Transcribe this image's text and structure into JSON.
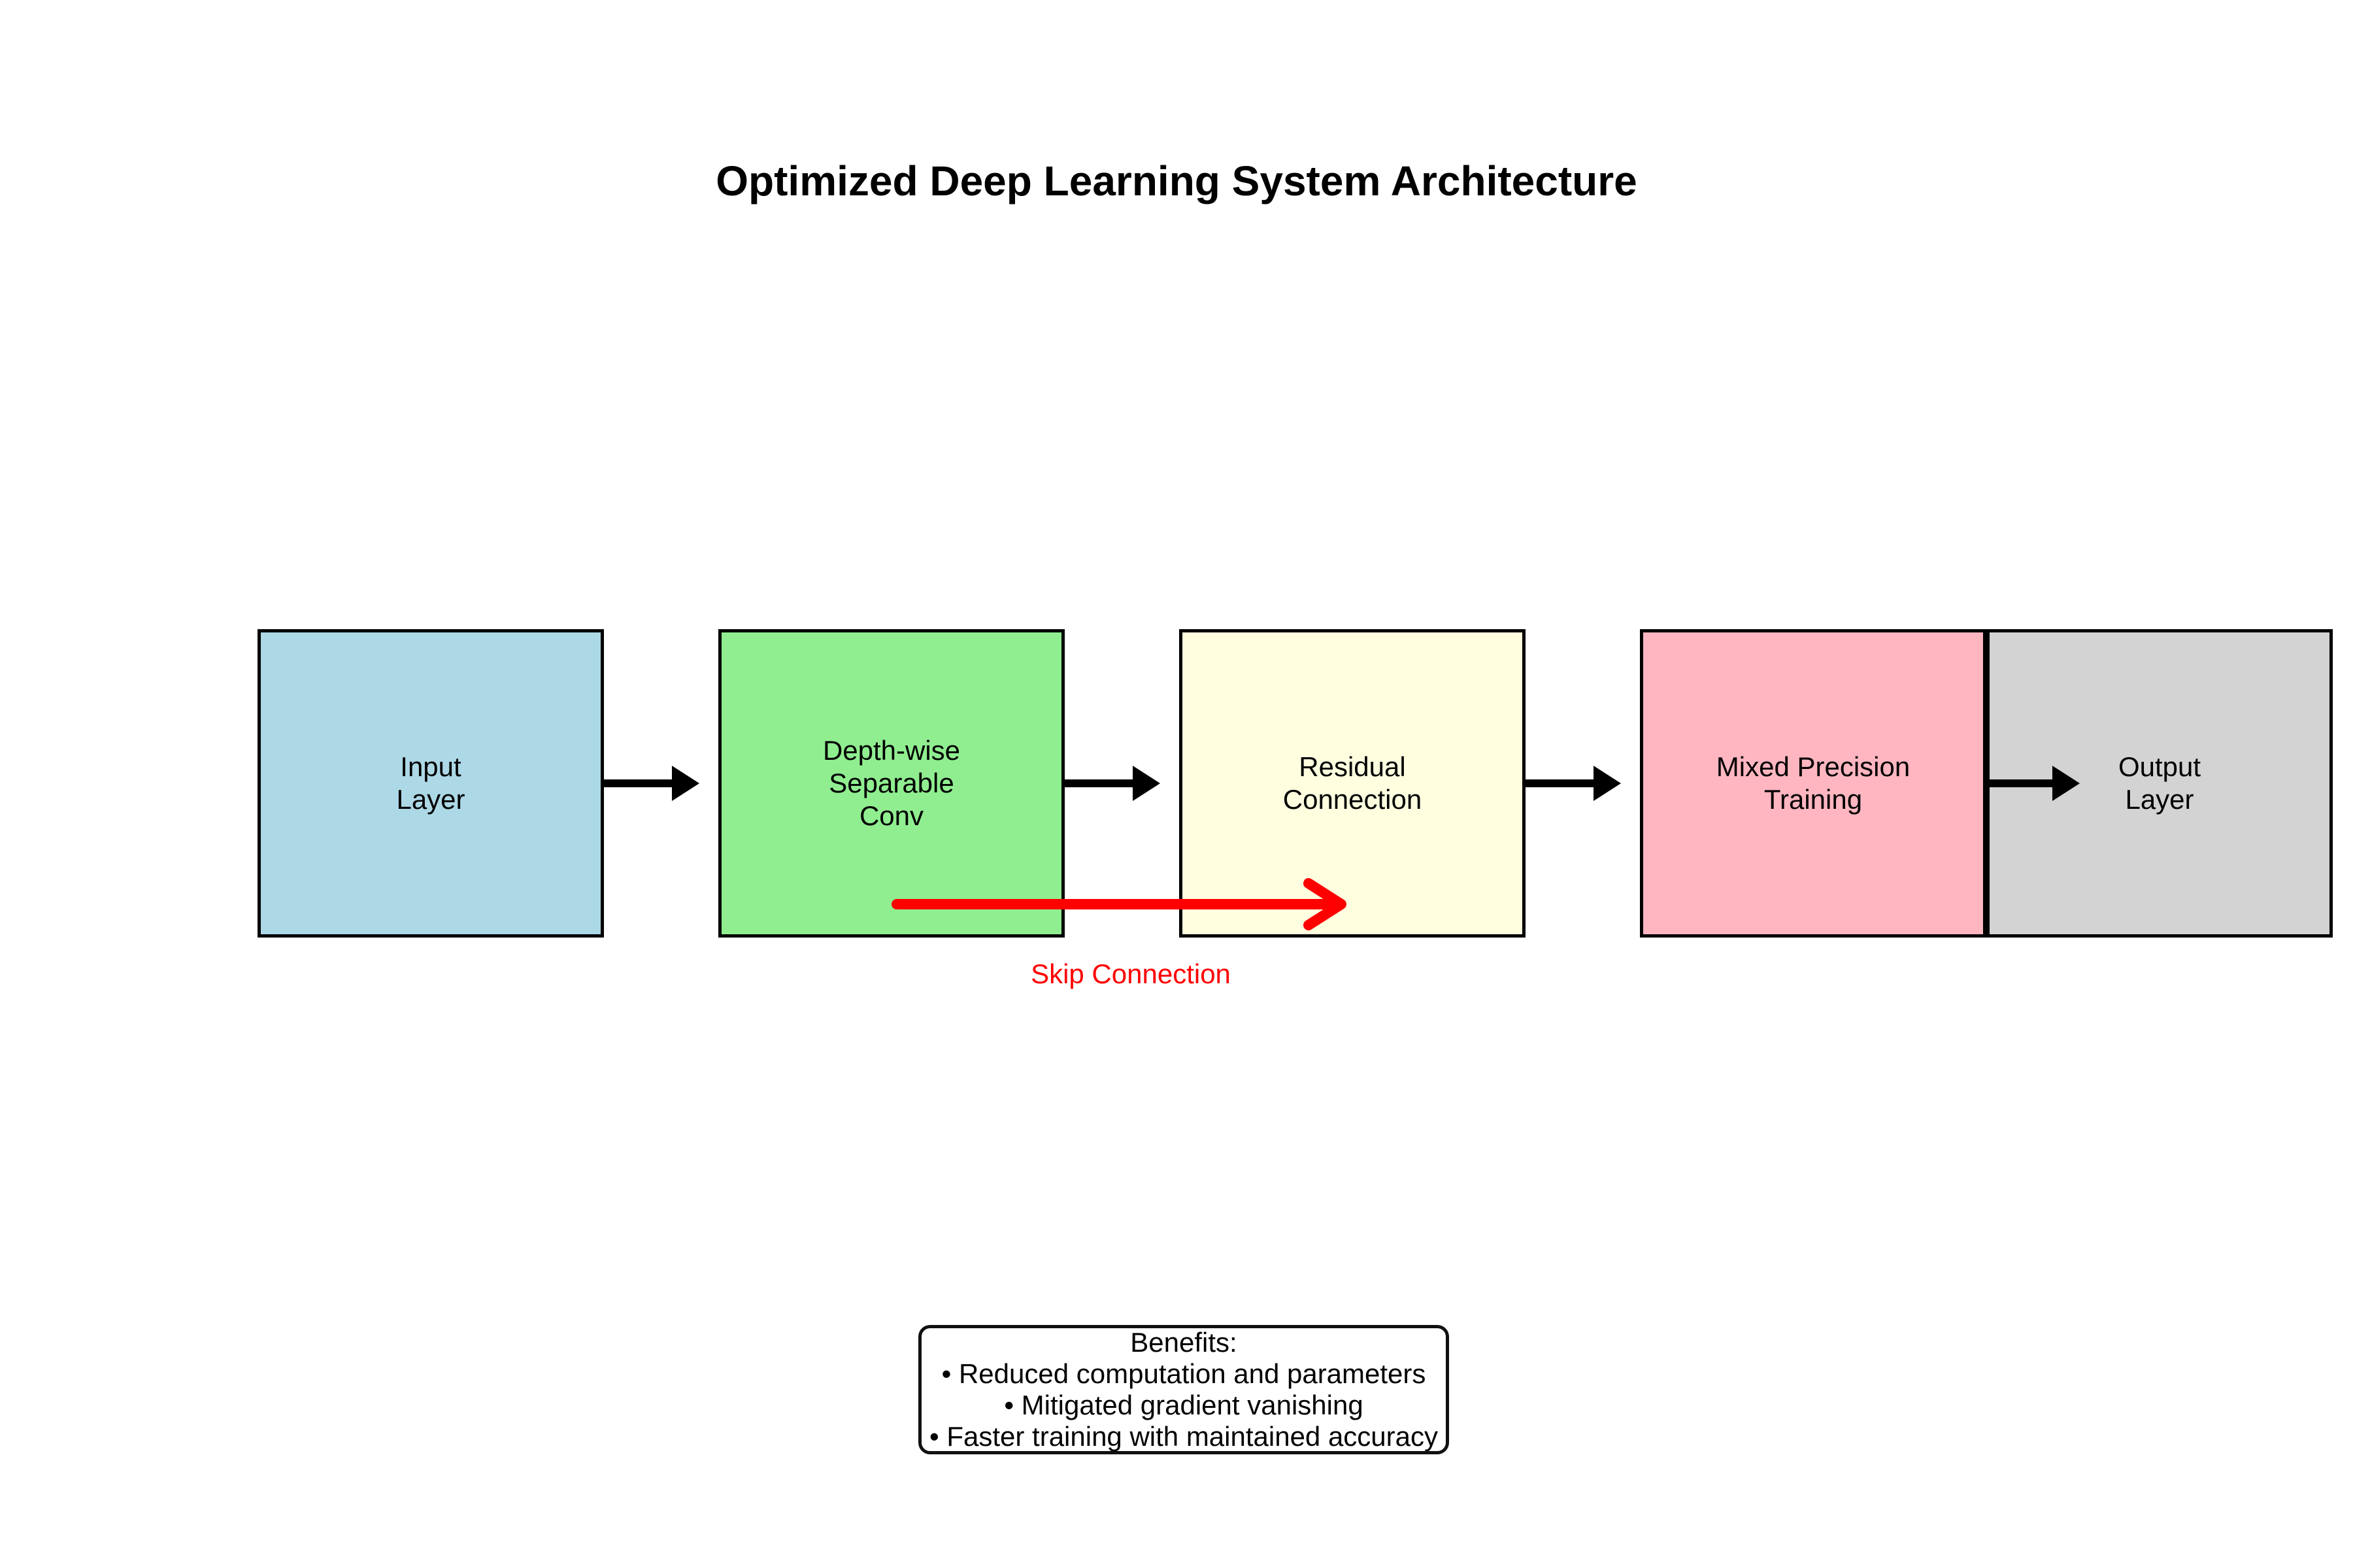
{
  "title": "Optimized Deep Learning System Architecture",
  "diagram": {
    "nodes": [
      {
        "id": "input-layer",
        "label": "Input\nLayer",
        "color": "#ADD8E6"
      },
      {
        "id": "depthwise-separable-conv",
        "label": "Depth-wise\nSeparable\nConv",
        "color": "#90EE90"
      },
      {
        "id": "residual-connection",
        "label": "Residual\nConnection",
        "color": "#FFFFE0"
      },
      {
        "id": "mixed-precision-training",
        "label": "Mixed Precision\nTraining",
        "color": "#FFB6C1"
      },
      {
        "id": "output-layer",
        "label": "Output\nLayer",
        "color": "#D3D3D3"
      }
    ],
    "arrow_color": "#000000",
    "skip_connection": {
      "label": "Skip Connection",
      "color": "#FF0000"
    }
  },
  "benefits": {
    "lines": [
      "Benefits:",
      "• Reduced computation and parameters",
      "• Mitigated gradient vanishing",
      "• Faster training with maintained accuracy"
    ]
  }
}
